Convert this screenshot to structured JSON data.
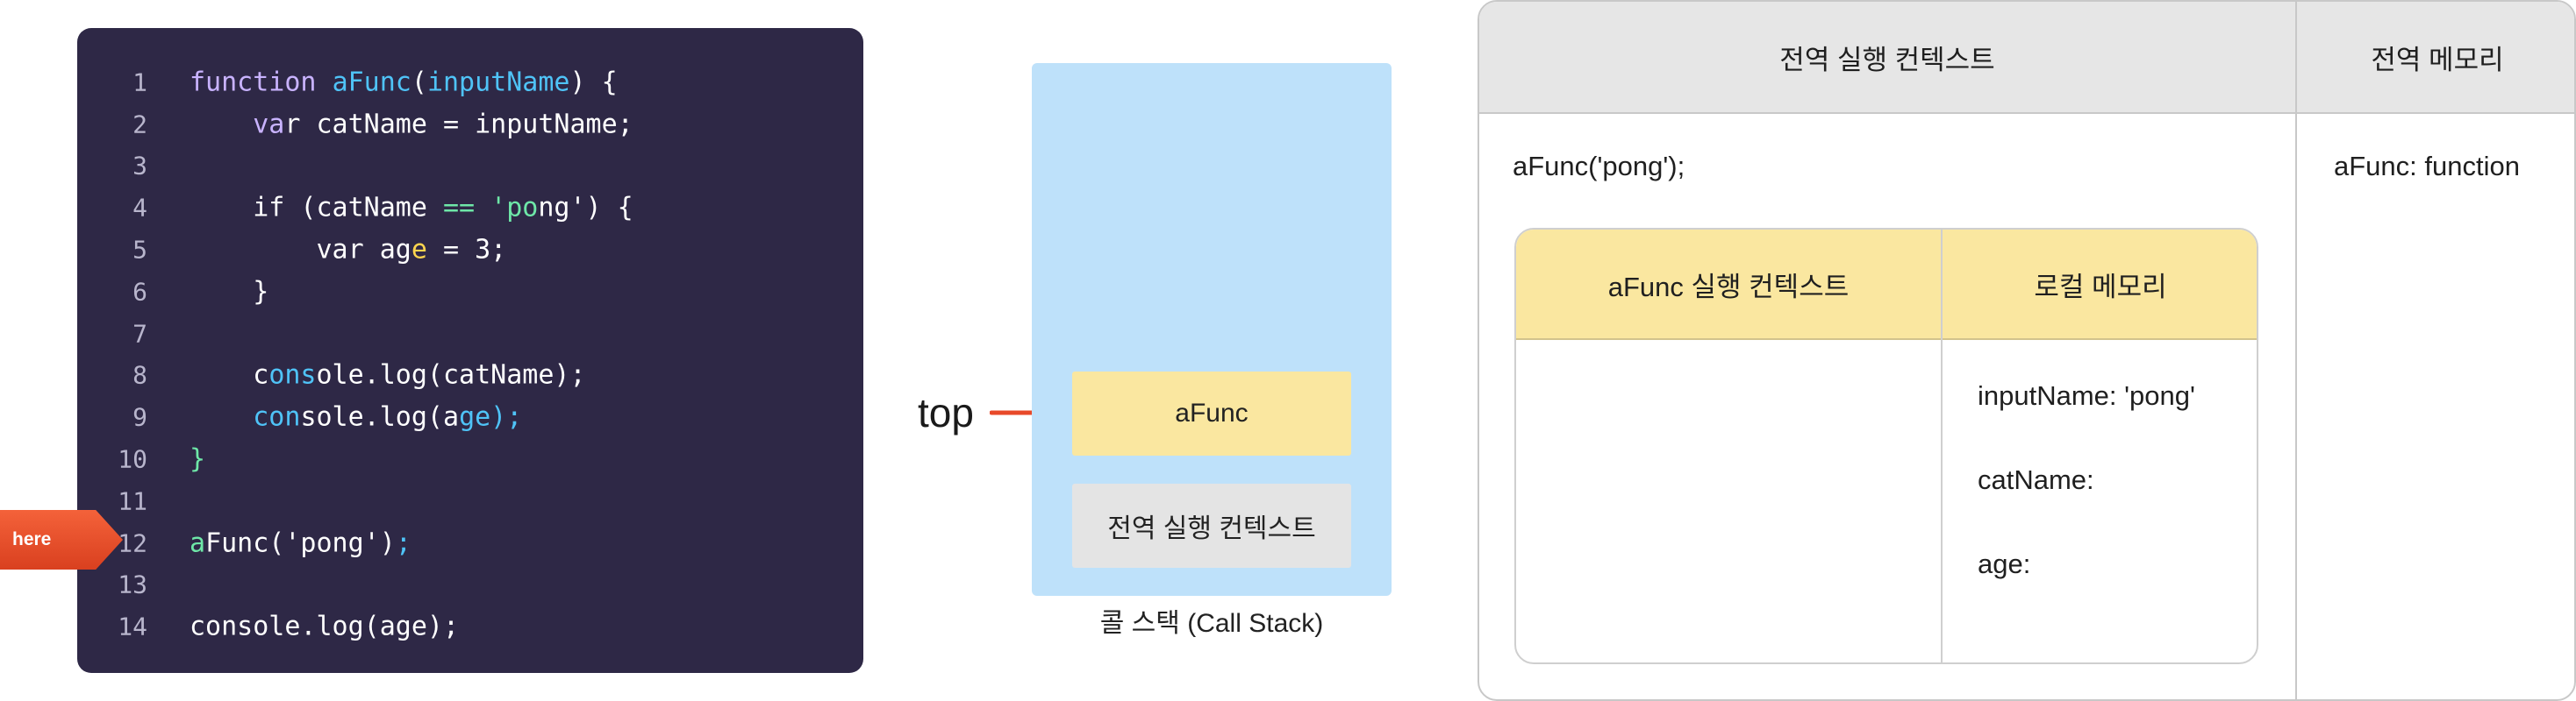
{
  "code": {
    "lines": [
      {
        "num": "1",
        "tokens": [
          {
            "t": "function ",
            "c": "#c9b3ff"
          },
          {
            "t": "aFunc",
            "c": "#4fc3f7"
          },
          {
            "t": "(",
            "c": "#ffffff"
          },
          {
            "t": "inputName",
            "c": "#4fc3f7"
          },
          {
            "t": ") {",
            "c": "#ffffff"
          }
        ]
      },
      {
        "num": "2",
        "tokens": [
          {
            "t": "    ",
            "c": "#ffffff"
          },
          {
            "t": "va",
            "c": "#c9b3ff"
          },
          {
            "t": "r catName = inputName;",
            "c": "#ffffff"
          }
        ]
      },
      {
        "num": "3",
        "tokens": []
      },
      {
        "num": "4",
        "tokens": [
          {
            "t": "    if (catName ",
            "c": "#ffffff"
          },
          {
            "t": "==",
            "c": "#6ee7a8"
          },
          {
            "t": " ",
            "c": "#ffffff"
          },
          {
            "t": "'po",
            "c": "#6ee7a8"
          },
          {
            "t": "ng') {",
            "c": "#ffffff"
          }
        ]
      },
      {
        "num": "5",
        "tokens": [
          {
            "t": "        var ag",
            "c": "#ffffff"
          },
          {
            "t": "e",
            "c": "#ffd54f"
          },
          {
            "t": " = 3;",
            "c": "#ffffff"
          }
        ]
      },
      {
        "num": "6",
        "tokens": [
          {
            "t": "    }",
            "c": "#ffffff"
          }
        ]
      },
      {
        "num": "7",
        "tokens": []
      },
      {
        "num": "8",
        "tokens": [
          {
            "t": "    c",
            "c": "#ffffff"
          },
          {
            "t": "ons",
            "c": "#4fc3f7"
          },
          {
            "t": "ole.log(catName);",
            "c": "#ffffff"
          }
        ]
      },
      {
        "num": "9",
        "tokens": [
          {
            "t": "    ",
            "c": "#ffffff"
          },
          {
            "t": "con",
            "c": "#4fc3f7"
          },
          {
            "t": "sole.log(a",
            "c": "#ffffff"
          },
          {
            "t": "ge);",
            "c": "#4fc3f7"
          }
        ]
      },
      {
        "num": "10",
        "tokens": [
          {
            "t": "}",
            "c": "#6ee7a8"
          }
        ]
      },
      {
        "num": "11",
        "tokens": []
      },
      {
        "num": "12",
        "tokens": [
          {
            "t": "a",
            "c": "#6ee7a8"
          },
          {
            "t": "Func('pong')",
            "c": "#ffffff"
          },
          {
            "t": ";",
            "c": "#4fc3f7"
          }
        ]
      },
      {
        "num": "13",
        "tokens": []
      },
      {
        "num": "14",
        "tokens": [
          {
            "t": "console.log(age);",
            "c": "#ffffff"
          }
        ]
      }
    ],
    "here_marker": {
      "label": "here",
      "line": "12"
    }
  },
  "call_stack": {
    "top_label": "top",
    "frames": [
      {
        "label": "aFunc",
        "color": "#fae7a0"
      },
      {
        "label": "전역 실행 컨텍스트",
        "color": "#e4e4e4"
      }
    ],
    "caption": "콜 스택 (Call Stack)",
    "background": "#bee1fa",
    "arrow_color": "#e8492a"
  },
  "global_context": {
    "header_context": "전역 실행 컨텍스트",
    "header_memory": "전역 메모리",
    "code": "aFunc('pong');",
    "memory_entries": [
      "aFunc: function"
    ],
    "function_context": {
      "header_context": "aFunc 실행 컨텍스트",
      "header_memory": "로컬 메모리",
      "memory_entries": [
        "inputName: 'pong'",
        "catName:",
        "age:"
      ],
      "header_color": "#fae7a0"
    }
  }
}
